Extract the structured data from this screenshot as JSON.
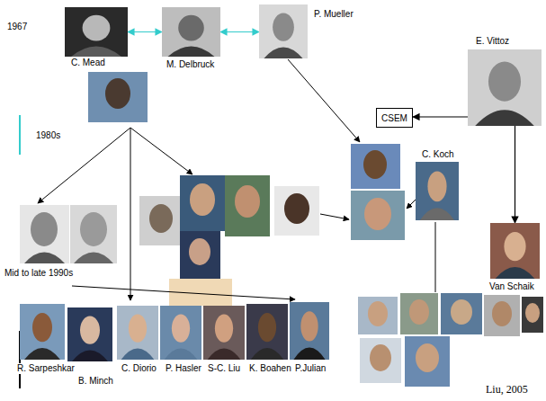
{
  "diagram": {
    "nodes": [
      {
        "text": [
          "C. Mead"
        ]
      },
      {
        "text": [
          "M. Delbruck"
        ]
      },
      {
        "text": [
          "P. Mueller"
        ]
      },
      {
        "text": [
          "E. Vittoz"
        ]
      },
      {
        "text": [
          "CSEM"
        ]
      },
      {
        "text": [
          "C. Koch"
        ]
      },
      {
        "text": [
          "Van Schaik"
        ]
      },
      {
        "text": [
          "R. Sarpeshkar"
        ]
      },
      {
        "text": [
          "B. Minch"
        ]
      },
      {
        "text": [
          "C. Diorio"
        ]
      },
      {
        "text": [
          "P. Hasler"
        ]
      },
      {
        "text": [
          "S-C. Liu"
        ]
      },
      {
        "text": [
          "K. Boahen"
        ]
      },
      {
        "text": [
          "P.Julian"
        ]
      }
    ],
    "edges": [
      {
        "from": 0,
        "to": 1,
        "arrow": "both"
      },
      {
        "from": 1,
        "to": 2,
        "arrow": "both"
      },
      {
        "from": 3,
        "to": 4,
        "arrow": "to"
      },
      {
        "from": 3,
        "to": 6,
        "arrow": "to"
      }
    ],
    "labels": [
      "1967",
      "1980s",
      "Mid to late 1990s",
      "Liu, 2005"
    ]
  }
}
